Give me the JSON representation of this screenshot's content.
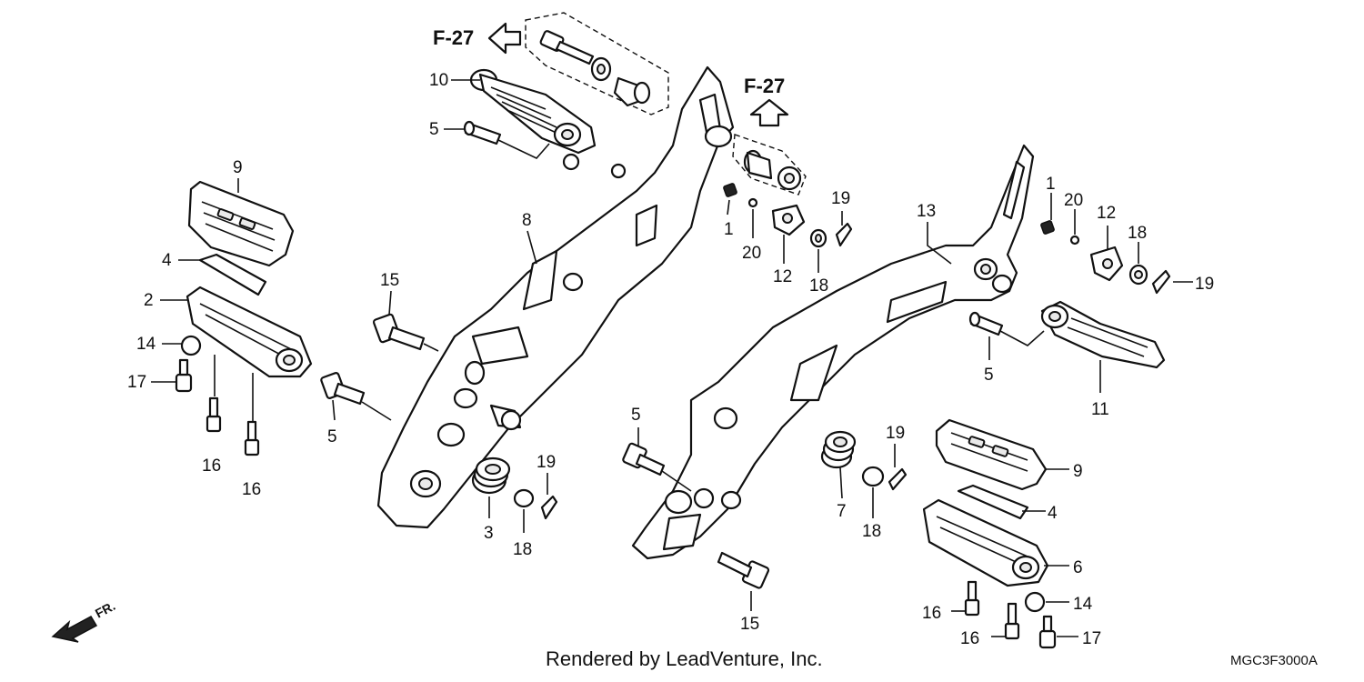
{
  "diagram": {
    "credit": "Rendered by LeadVenture, Inc.",
    "code": "MGC3F3000A",
    "front_arrow_label": "FR.",
    "references": [
      {
        "id": "ref-top-left",
        "label": "F-27"
      },
      {
        "id": "ref-top-right",
        "label": "F-27"
      }
    ],
    "callouts": [
      {
        "id": "c10",
        "label": "10"
      },
      {
        "id": "c5a",
        "label": "5"
      },
      {
        "id": "c9a",
        "label": "9"
      },
      {
        "id": "c4a",
        "label": "4"
      },
      {
        "id": "c2",
        "label": "2"
      },
      {
        "id": "c14a",
        "label": "14"
      },
      {
        "id": "c17a",
        "label": "17"
      },
      {
        "id": "c16a",
        "label": "16"
      },
      {
        "id": "c16b",
        "label": "16"
      },
      {
        "id": "c8",
        "label": "8"
      },
      {
        "id": "c15a",
        "label": "15"
      },
      {
        "id": "c5b",
        "label": "5"
      },
      {
        "id": "c3",
        "label": "3"
      },
      {
        "id": "c18a",
        "label": "18"
      },
      {
        "id": "c19a",
        "label": "19"
      },
      {
        "id": "c1a",
        "label": "1"
      },
      {
        "id": "c20a",
        "label": "20"
      },
      {
        "id": "c12a",
        "label": "12"
      },
      {
        "id": "c18b",
        "label": "18"
      },
      {
        "id": "c19b",
        "label": "19"
      },
      {
        "id": "c13",
        "label": "13"
      },
      {
        "id": "c1b",
        "label": "1"
      },
      {
        "id": "c20b",
        "label": "20"
      },
      {
        "id": "c12b",
        "label": "12"
      },
      {
        "id": "c18c",
        "label": "18"
      },
      {
        "id": "c19c",
        "label": "19"
      },
      {
        "id": "c5c",
        "label": "5"
      },
      {
        "id": "c11",
        "label": "11"
      },
      {
        "id": "c5d",
        "label": "5"
      },
      {
        "id": "c7",
        "label": "7"
      },
      {
        "id": "c19d",
        "label": "19"
      },
      {
        "id": "c18d",
        "label": "18"
      },
      {
        "id": "c9b",
        "label": "9"
      },
      {
        "id": "c4b",
        "label": "4"
      },
      {
        "id": "c6",
        "label": "6"
      },
      {
        "id": "c14b",
        "label": "14"
      },
      {
        "id": "c16c",
        "label": "16"
      },
      {
        "id": "c16d",
        "label": "16"
      },
      {
        "id": "c17b",
        "label": "17"
      },
      {
        "id": "c15b",
        "label": "15"
      }
    ]
  }
}
